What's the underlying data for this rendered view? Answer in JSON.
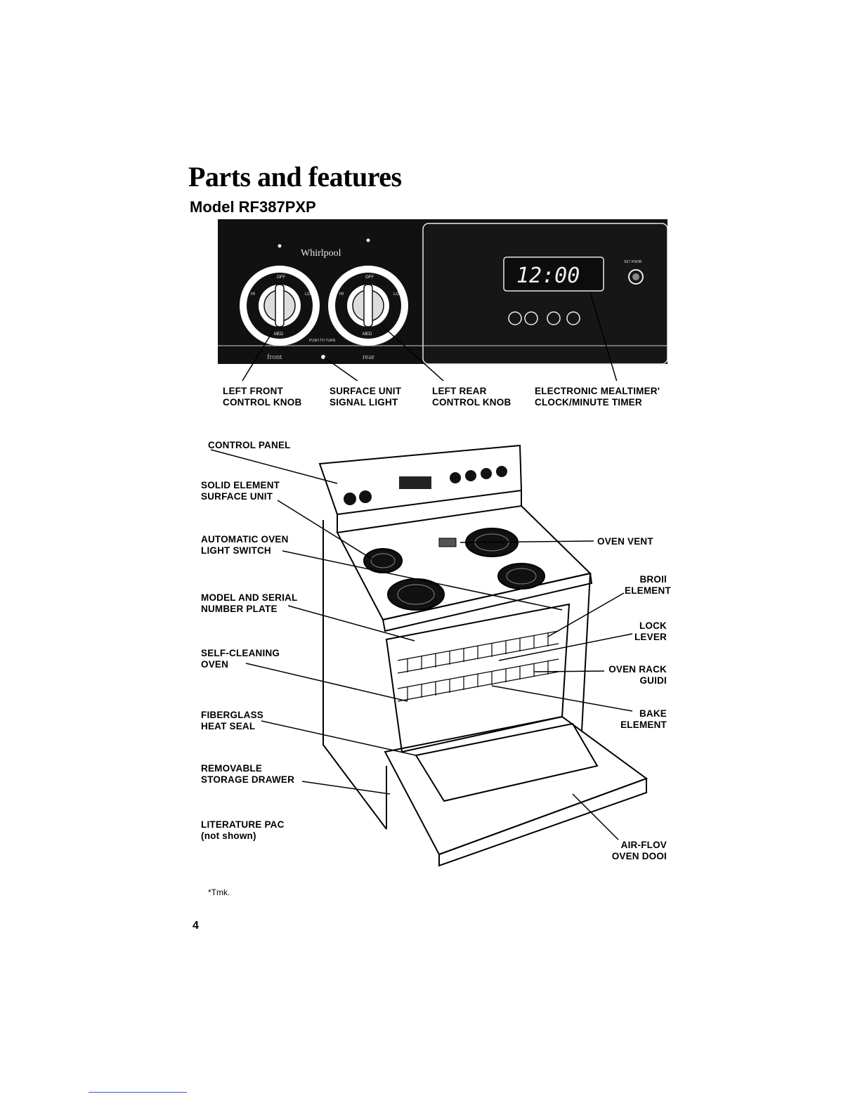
{
  "header": {
    "title": "Parts and features",
    "model": "Model RF387PXP"
  },
  "control_panel": {
    "brand": "Whirlpool",
    "clock": "12:00",
    "front_label": "front",
    "rear_label": "rear",
    "push_to_turn": "PUSH TO TURN",
    "knob_marks": {
      "off": "OFF",
      "hi": "HI",
      "lo": "LO",
      "med": "MED"
    },
    "set_knob": "SET KNOB",
    "callouts": [
      {
        "line1": "LEFT FRONT",
        "line2": "CONTROL KNOB"
      },
      {
        "line1": "SURFACE UNIT",
        "line2": "SIGNAL LIGHT"
      },
      {
        "line1": "LEFT REAR",
        "line2": "CONTROL KNOB"
      },
      {
        "line1": "ELECTRONIC MEALTIMER'",
        "line2": "CLOCK/MINUTE TIMER"
      }
    ]
  },
  "range": {
    "left_callouts": [
      {
        "line1": "CONTROL PANEL",
        "line2": ""
      },
      {
        "line1": "SOLID ELEMENT",
        "line2": "SURFACE UNIT"
      },
      {
        "line1": "AUTOMATIC OVEN",
        "line2": "LIGHT SWITCH"
      },
      {
        "line1": "MODEL AND SERIAL",
        "line2": "NUMBER PLATE"
      },
      {
        "line1": "SELF-CLEANING",
        "line2": "OVEN"
      },
      {
        "line1": "FIBERGLASS",
        "line2": "HEAT SEAL"
      },
      {
        "line1": "REMOVABLE",
        "line2": "STORAGE DRAWER"
      },
      {
        "line1": "LITERATURE PAC",
        "line2": "(not shown)"
      }
    ],
    "right_callouts": [
      {
        "line1": "OVEN VENT",
        "line2": ""
      },
      {
        "line1": "BROIl",
        "line2": "ELEMENT"
      },
      {
        "line1": "LOCK",
        "line2": "LEVER"
      },
      {
        "line1": "OVEN RACK",
        "line2": "GUIDI"
      },
      {
        "line1": "BAKE",
        "line2": "ELEMENT"
      },
      {
        "line1": "AIR-FLOV",
        "line2": "OVEN DOOI"
      }
    ]
  },
  "footnote": "*Tmk.",
  "page_number": "4"
}
